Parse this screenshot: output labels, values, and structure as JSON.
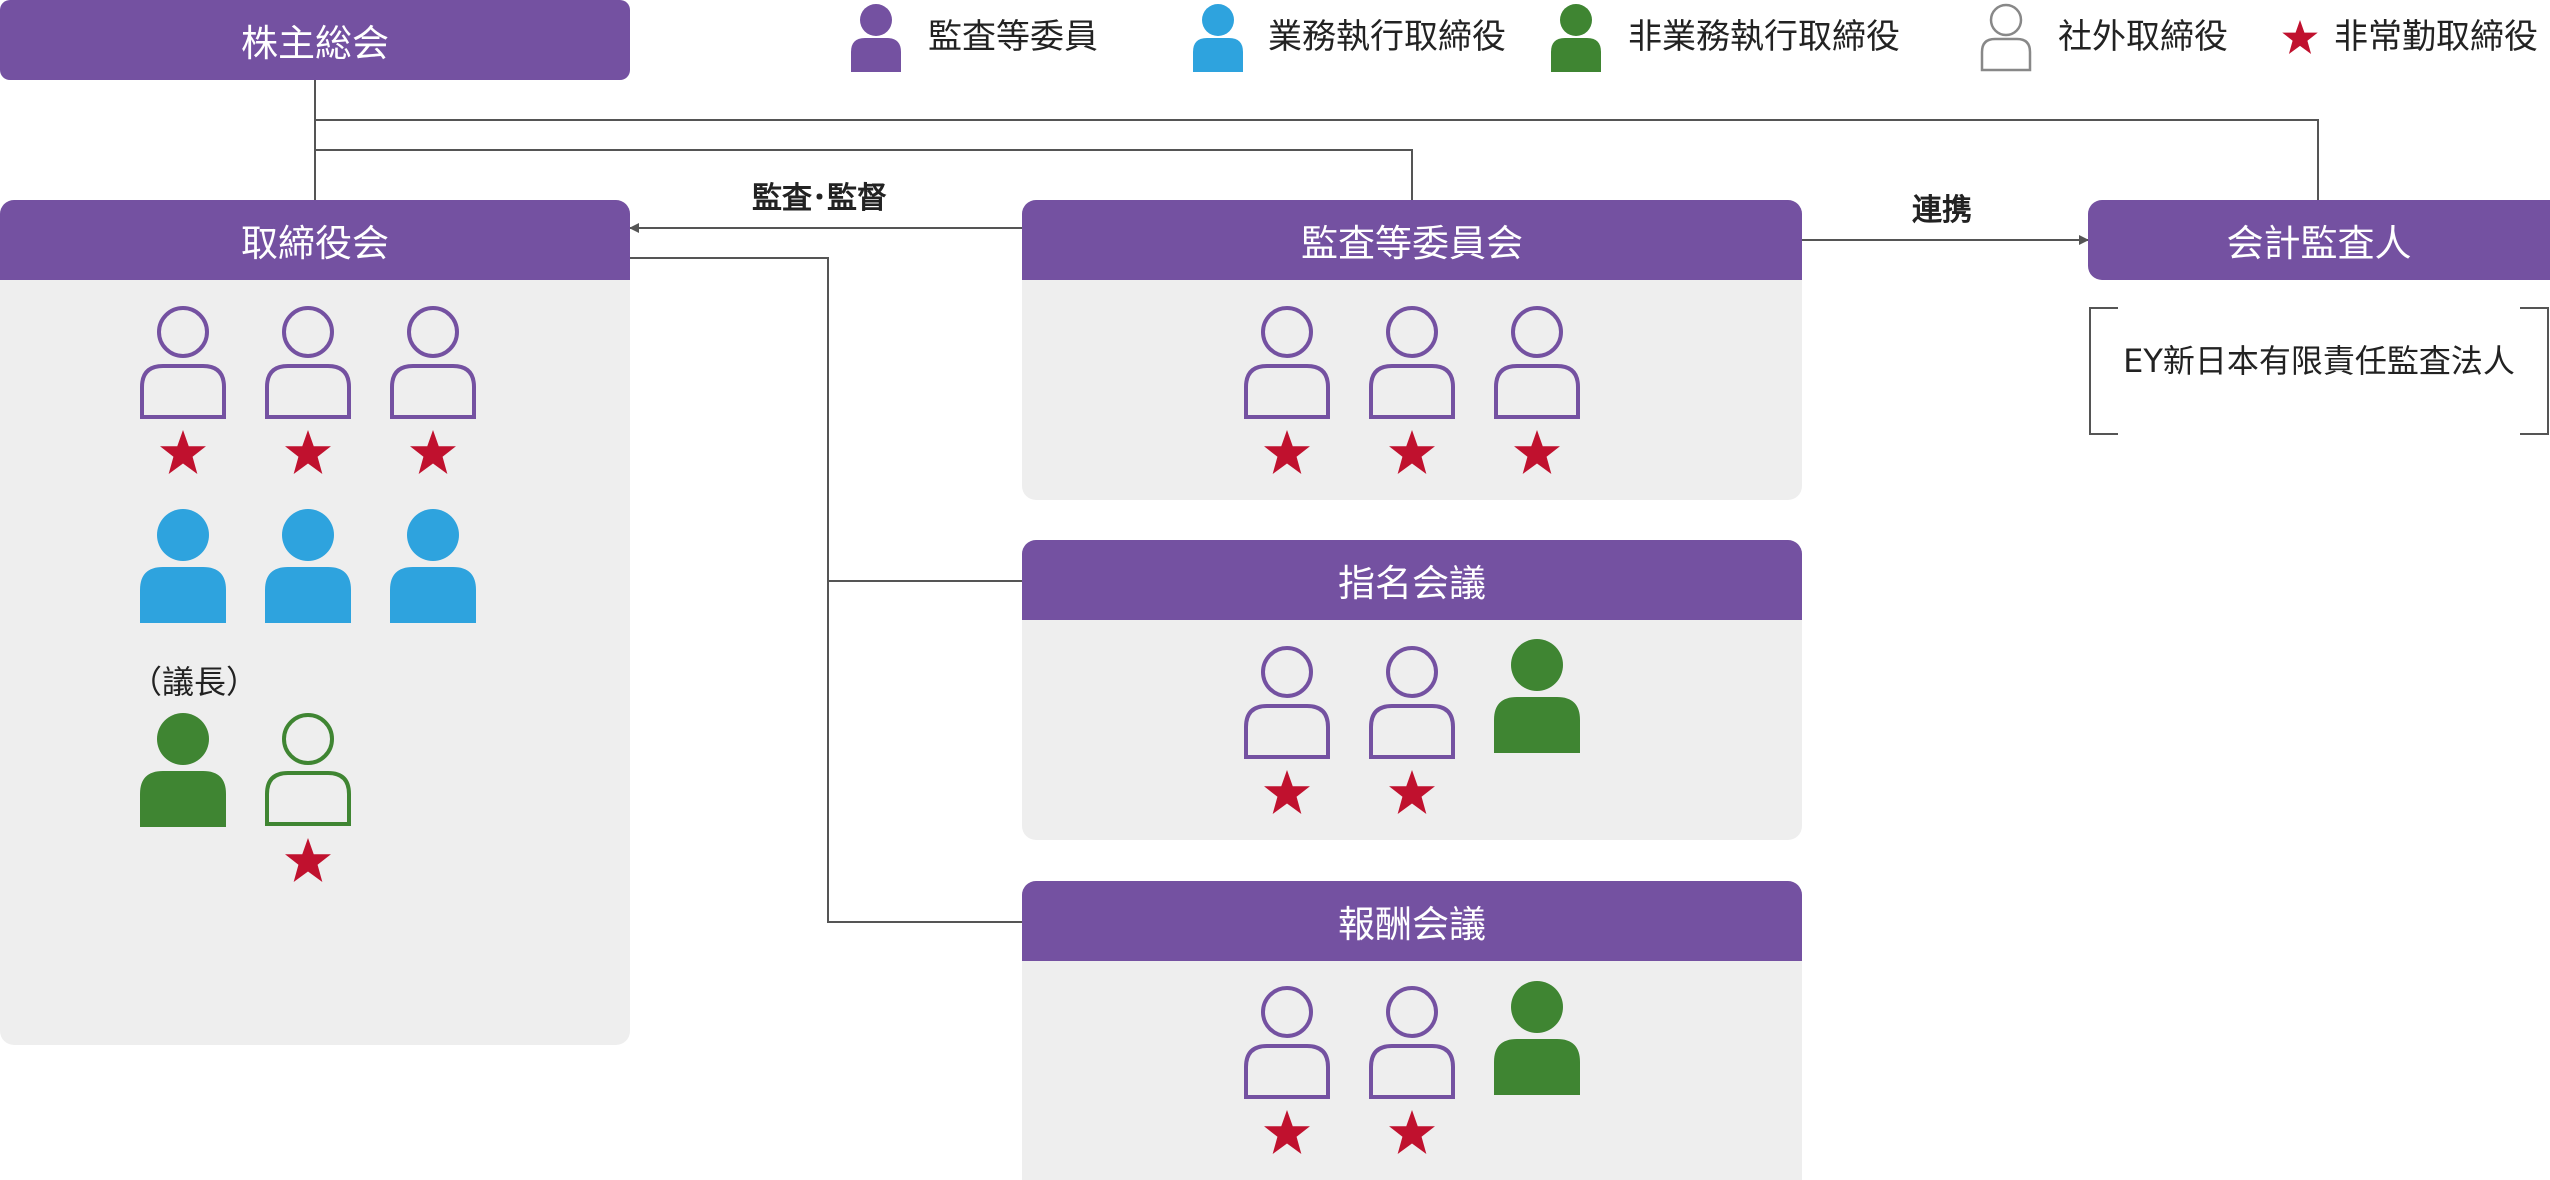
{
  "legend": [
    {
      "type": "audit_member",
      "label": "監査等委員",
      "color": "#7451a1"
    },
    {
      "type": "executive_director",
      "label": "業務執行取締役",
      "color": "#2ea3de"
    },
    {
      "type": "non_executive_director",
      "label": "非業務執行取締役",
      "color": "#3f8532"
    },
    {
      "type": "outside_director",
      "label": "社外取締役",
      "color": "#888888"
    },
    {
      "type": "part_time_director",
      "label": "非常勤取締役",
      "color": "#c0112e"
    }
  ],
  "nodes": {
    "shareholders_meeting": {
      "title": "株主総会"
    },
    "board": {
      "title": "取締役会",
      "chair_label": "（議長）"
    },
    "audit_committee": {
      "title": "監査等委員会"
    },
    "nomination_meeting": {
      "title": "指名会議"
    },
    "remuneration_meeting": {
      "title": "報酬会議"
    },
    "accounting_auditor": {
      "title": "会計監査人",
      "firm_name": "EY新日本有限責任監査法人"
    }
  },
  "connections": {
    "audit_supervision": "監査･監督",
    "cooperation": "連携"
  },
  "colors": {
    "header": "#7451a1",
    "panel": "#eeeeee",
    "line": "#555555",
    "star": "#c0112e"
  }
}
